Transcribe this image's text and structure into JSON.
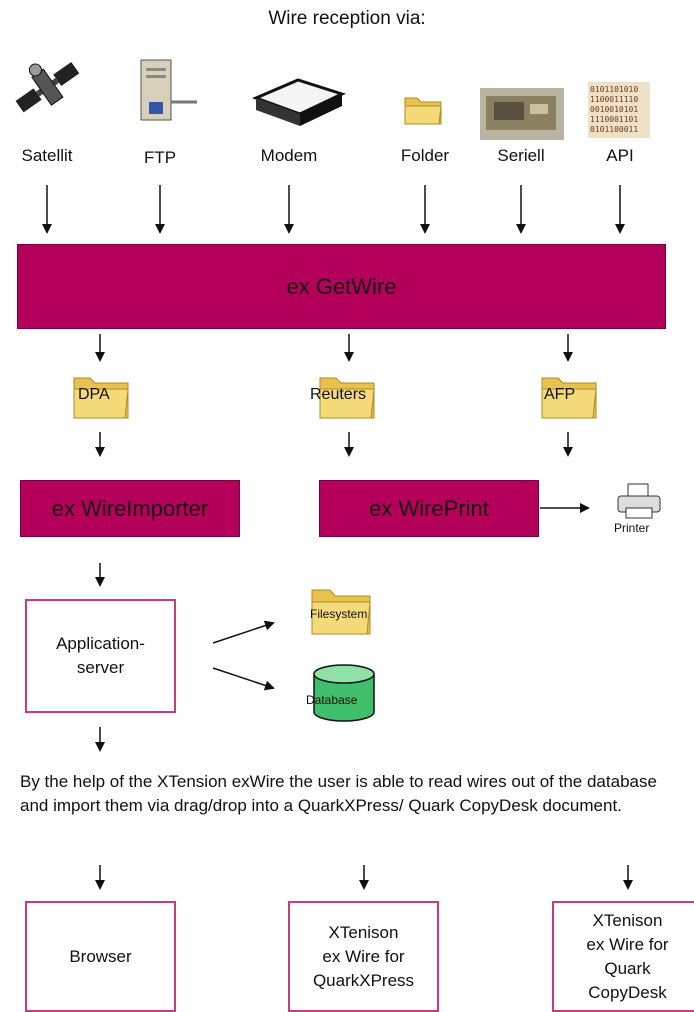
{
  "title": "Wire reception via:",
  "sources": [
    {
      "label": "Satellit",
      "icon": "satellite-icon"
    },
    {
      "label": "FTP",
      "icon": "server-icon"
    },
    {
      "label": "Modem",
      "icon": "modem-icon"
    },
    {
      "label": "Folder",
      "icon": "folder-icon"
    },
    {
      "label": "Seriell",
      "icon": "serial-board-icon"
    },
    {
      "label": "API",
      "icon": "binary-code-icon"
    }
  ],
  "getwire": "ex GetWire",
  "agencies": [
    "DPA",
    "Reuters",
    "AFP"
  ],
  "importer": "ex WireImporter",
  "wireprint": "ex WirePrint",
  "printer": "Printer",
  "appserver": "Application-\nserver",
  "filesystem": "Filesystem",
  "database": "Database",
  "description": "By the help of the XTension exWire the user is able to read wires out of the database and import them via drag/drop into a QuarkXPress/ Quark CopyDesk document.",
  "clients": [
    "Browser",
    "XTenison\nex Wire for\nQuarkXPress",
    "XTenison\nex Wire for\nQuark\nCopyDesk"
  ],
  "colors": {
    "magenta": "#b5005b",
    "outline": "#c83c7c",
    "folder": "#f2d36b",
    "db": "#3fbf6a"
  }
}
